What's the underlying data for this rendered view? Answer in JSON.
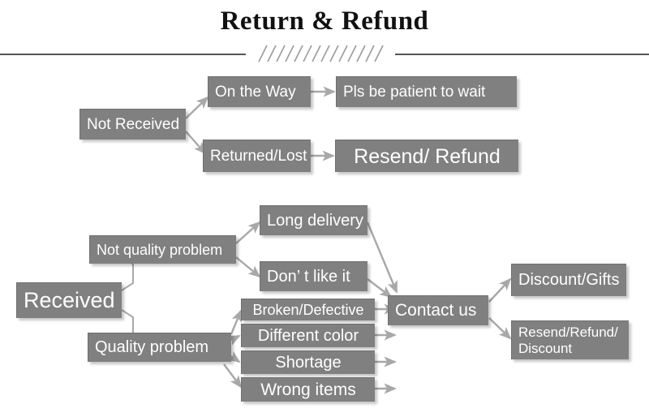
{
  "header": {
    "title": "Return & Refund",
    "divider_icon": "diagonal-hatch-ornament"
  },
  "diagram": {
    "type": "flowchart",
    "orientation": "left-to-right",
    "node_color": "#808080",
    "node_text_color": "#ffffff",
    "connector_color": "#a8a8a8",
    "branches": [
      {
        "root": "Not Received",
        "paths": [
          [
            "Not Received",
            "On the Way",
            "Pls be patient to wait"
          ],
          [
            "Not Received",
            "Returned/Lost",
            "Resend/ Refund"
          ]
        ]
      },
      {
        "root": "Received",
        "paths": [
          [
            "Received",
            "Not quality problem",
            "Long delivery",
            "Contact us"
          ],
          [
            "Received",
            "Not quality problem",
            "Don’  t like it",
            "Contact us"
          ],
          [
            "Received",
            "Quality problem",
            "Broken/Defective",
            "Contact us"
          ],
          [
            "Received",
            "Quality problem",
            "Different color",
            "Contact us"
          ],
          [
            "Received",
            "Quality problem",
            "Shortage",
            "Contact us"
          ],
          [
            "Received",
            "Quality problem",
            "Wrong items",
            "Contact us"
          ],
          [
            "Contact us",
            "Discount/Gifts"
          ],
          [
            "Contact us",
            "Resend/Refund/ Discount"
          ]
        ]
      }
    ],
    "nodes": {
      "not_received": "Not Received",
      "on_the_way": "On the Way",
      "pls_wait": "Pls be patient to wait",
      "returned_lost": "Returned/Lost",
      "resend_refund": "Resend/ Refund",
      "received": "Received",
      "not_quality_problem": "Not quality problem",
      "quality_problem": "Quality problem",
      "long_delivery": "Long delivery",
      "dont_like_it": "Don’  t like it",
      "broken_defective": "Broken/Defective",
      "different_color": "Different color",
      "shortage": "Shortage",
      "wrong_items": "Wrong items",
      "contact_us": "Contact us",
      "discount_gifts": "Discount/Gifts",
      "resend_refund_discount_line1": "Resend/Refund/",
      "resend_refund_discount_line2": "Discount"
    }
  }
}
